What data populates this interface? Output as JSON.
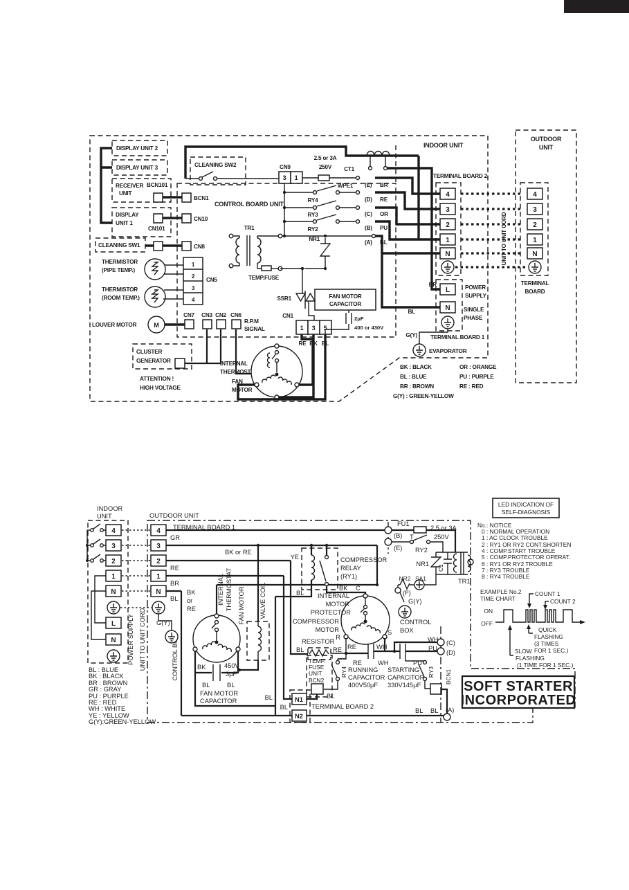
{
  "top": {
    "indoor_unit": "INDOOR UNIT",
    "outdoor_unit_1": "OUTDOOR",
    "outdoor_unit_2": "UNIT",
    "terminal_board_2": "TERMINAL BOARD 2",
    "terminal_board_a": "TERMINAL",
    "terminal_board_b": "BOARD",
    "unit_to_unit_cord": "UNIT TO UNIT CORD",
    "display_unit_2": "DISPLAY UNIT 2",
    "display_unit_3": "DISPLAY UNIT 3",
    "receiver_1": "RECEIVER",
    "receiver_2": "UNIT",
    "bcn101": "BCN101",
    "bcn1": "BCN1",
    "display1_1": "DISPLAY",
    "display1_2": "UNIT 1",
    "cn101": "CN101",
    "cn10": "CN10",
    "cleaning_sw1": "CLEANING SW1",
    "cn8": "CN8",
    "therm_pipe_1": "THERMISTOR",
    "therm_pipe_2": "(PIPE TEMP.)",
    "therm_room_1": "THERMISTOR",
    "therm_room_2": "(ROOM TEMP.)",
    "cn5": "CN5",
    "cn5_pins": [
      "1",
      "2",
      "3",
      "4"
    ],
    "louver_motor": "LOUVER MOTOR",
    "m": "M",
    "cn7": "CN7",
    "cn3": "CN3",
    "cn2": "CN2",
    "cn6": "CN6",
    "rpm_1": "R.P.M",
    "rpm_2": "SIGNAL",
    "cluster_1": "CLUSTER",
    "cluster_2": "GENERATOR",
    "attention_1": "ATTENTION !",
    "attention_2": "HIGH VOLTAGE",
    "int_thermo_1": "INTERNAL",
    "int_thermo_2": "THERMOSTAT",
    "fan_motor_1": "FAN",
    "fan_motor_2": "MOTOR",
    "cn1": "CN1",
    "cn1_pins": [
      "1",
      "3",
      "5"
    ],
    "cn1_wires": [
      "RE",
      "BK",
      "BL"
    ],
    "fm_cap_1": "FAN MOTOR",
    "fm_cap_2": "CAPACITOR",
    "fm_cap_v1": "2μF",
    "fm_cap_v2": "400 or 430V",
    "ssr1": "SSR1",
    "tr1": "TR1",
    "temp_fuse": "TEMP.FUSE",
    "control_board": "CONTROL BOARD UNIT",
    "cleaning_sw2": "CLEANING SW2",
    "cn9": "CN9",
    "cn9_pins": [
      "3",
      "1"
    ],
    "fuse_1": "2.5 or 3A",
    "fuse_2": "250V",
    "wpe1": "WPE1",
    "ct1": "CT1",
    "ry4": "RY4",
    "ry3": "RY3",
    "ry2": "RY2",
    "nr1": "NR1",
    "rows": [
      [
        "(E)",
        "BR"
      ],
      [
        "(D)",
        "RE"
      ],
      [
        "(C)",
        "OR"
      ],
      [
        "(B)",
        "PU"
      ],
      [
        "(A)",
        "BL"
      ]
    ],
    "terms": [
      "4",
      "3",
      "2",
      "1",
      "N"
    ],
    "br": "BR",
    "bl": "BL",
    "gy": "G(Y)",
    "l": "L",
    "n": "N",
    "power_1": "POWER",
    "power_2": "SUPPLY",
    "phase_1": "SINGLE",
    "phase_2": "PHASE",
    "terminal_board_1": "TERMINAL BOARD 1",
    "evaporator": "EVAPORATOR",
    "legend1": [
      "BK : BLACK",
      "BL : BLUE",
      "BR : BROWN",
      "G(Y) : GREEN-YELLOW"
    ],
    "legend2": [
      "OR : ORANGE",
      "PU : PURPLE",
      "RE : RED"
    ]
  },
  "bottom": {
    "indoor_1": "INDOOR",
    "indoor_2": "UNIT",
    "outdoor": "OUTDOOR UNIT",
    "terminal_board_1": "TERMINAL BOARD 1",
    "terminal_board_2": "TERMINAL BOARD 2",
    "terms": [
      "4",
      "3",
      "2",
      "1",
      "N"
    ],
    "l": "L",
    "n": "N",
    "power_supply": "POWER SUPPLY",
    "unit_cord": "UNIT TO UNIT CORD",
    "control_box_v": "CONTROL BOX",
    "gr": "GR",
    "re": "RE",
    "br": "BR",
    "bl": "BL",
    "gy": "G(Y)",
    "bk_or_re": "BK or RE",
    "stack": [
      "BK",
      "or",
      "RE"
    ],
    "it_1": "INTERNAL",
    "it_2": "THERMOSTAT",
    "fan_motor_v": "FAN MOTOR",
    "valve_coil_v": "VALVE COIL",
    "bk": "BK",
    "v450": "450V",
    "uf3": "3μF",
    "bl1": "BL",
    "bl2": "BL",
    "fmc_1": "FAN MOTOR",
    "fmc_2": "CAPACITOR",
    "ye": "YE",
    "relay_1": "COMPRESSOR",
    "relay_2": "RELAY",
    "relay_3": "(RY1)",
    "bl3": "BL",
    "bk2": "BK",
    "c": "C",
    "prot_1": "INTERNAL",
    "prot_2": "MOTOR",
    "prot_3": "PROTECTOR",
    "comp_1": "COMPRESSOR",
    "comp_2": "MOTOR",
    "r": "R",
    "s": "S",
    "resistor": "RESISTOR",
    "res_bl": "BL",
    "res_re": "RE",
    "re_lbl": "RE",
    "wh_lbl": "WH",
    "re_lbl2": "RE",
    "wh_lbl2": "WH",
    "pu_lbl": "PU",
    "tfu": [
      "TEMP.",
      "FUSE",
      "UNIT",
      "BCN2"
    ],
    "ry4": "RY4",
    "ry3": "RY3",
    "bcn1": "BCN1",
    "run_1": "RUNNING",
    "run_2": "CAPACITOR",
    "run_3": "400V50μF",
    "start_1": "STARTING",
    "start_2": "CAPACITOR",
    "start_3": "330V145μF",
    "n1": "N1",
    "n2": "N2",
    "bl_n1": "BL",
    "bl_n2": "BL",
    "bl_relay": "BL",
    "bl_bcn2": "BL",
    "bl_bus1": "BL",
    "bl_bus2": "BL",
    "fu1": "FU1",
    "t": "T",
    "fuse_1": "2.5 or 3A",
    "fuse_2": "250V",
    "ry2": "RY2",
    "nr1": "NR1",
    "c1": "C1",
    "tr1": "TR1",
    "nr2": "NR2",
    "sa1": "SA1",
    "pin_b": "(B)",
    "pin_e": "(E)",
    "pin_f": "(F)",
    "pin_c": "(C)",
    "pin_d": "(D)",
    "pin_a": "(A)",
    "gy2": "G(Y)",
    "cb_1": "CONTROL",
    "cb_2": "BOX",
    "wh_c": "WH",
    "pu_d": "PU",
    "legend": [
      "BL : BLUE",
      "BK : BLACK",
      "BR : BROWN",
      "GR : GRAY",
      "PU : PURPLE",
      "RE : RED",
      "WH : WHITE",
      "YE : YELLOW",
      "G(Y):GREEN-YELLOW"
    ]
  },
  "diag": {
    "led_1": "LED INDICATION OF",
    "led_2": "SELF-DIAGNOSIS",
    "notice": "No.: NOTICE",
    "items": [
      "0 : NORMAL OPERATION",
      "1 : AC CLOCK TROUBLE",
      "2 : RY1 OR RY2 CONT.SHORTEN",
      "4 : COMP.START TROUBLE",
      "5 : COMP.PROTECTOR OPERAT.",
      "6 : RY1 OR RY2 TROUBLE",
      "7 : RY3 TROUBLE",
      "8 : RY4 TROUBLE"
    ],
    "ex_1": "EXAMPLE No.2",
    "ex_2": "TIME CHART",
    "count1": "COUNT 1",
    "count2": "COUNT 2",
    "on": "ON",
    "off": "OFF",
    "quick": [
      "QUICK",
      "FLASHING",
      "(3 TIMES",
      "FOR 1 SEC.)"
    ],
    "slow": [
      "SLOW",
      "FLASHING",
      "(1 TIME FOR 1 SEC.)"
    ],
    "soft_1": "SOFT STARTER",
    "soft_2": "INCORPORATED"
  }
}
